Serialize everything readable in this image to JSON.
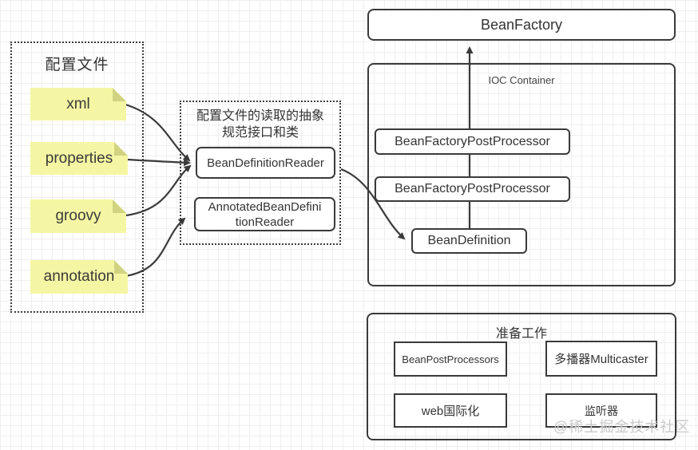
{
  "config_panel": {
    "title": "配置文件",
    "notes": [
      "xml",
      "properties",
      "groovy",
      "annotation"
    ]
  },
  "reader_panel": {
    "title_line1": "配置文件的读取的抽象",
    "title_line2": "规范接口和类",
    "boxes": [
      "BeanDefinitionReader",
      "AnnotatedBeanDefinitionReader"
    ]
  },
  "bean_factory": {
    "label": "BeanFactory"
  },
  "ioc_container": {
    "title": "IOC Container",
    "post_processors": [
      "BeanFactoryPostProcessor",
      "BeanFactoryPostProcessor"
    ],
    "bean_definition": "BeanDefinition"
  },
  "preparation_panel": {
    "title": "准备工作",
    "boxes": [
      "BeanPostProcessors",
      "多播器Multicaster",
      "web国际化",
      "监听器"
    ]
  },
  "watermark": "@稀土掘金技术社区",
  "colors": {
    "note_fill": "#f5f6a3",
    "note_fold": "#d2d380",
    "line": "#3a3a3a",
    "text": "#333333",
    "grid": "#efefef",
    "watermark": "#c9c9c9"
  }
}
